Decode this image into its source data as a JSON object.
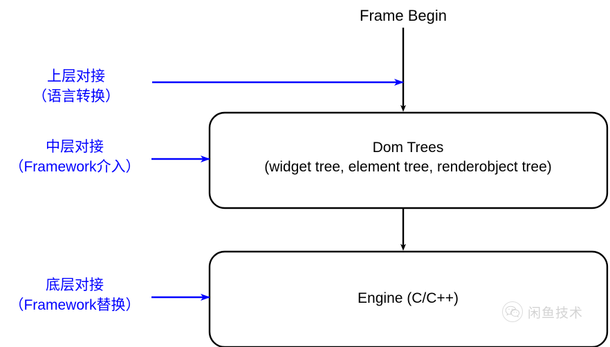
{
  "diagram": {
    "title": "Frame Begin",
    "colors": {
      "flow": "#000000",
      "annotation": "#0000ff",
      "box_border": "#000000",
      "background": "#ffffff",
      "watermark": "#6f6f6f"
    },
    "nodes": [
      {
        "id": "dom-trees",
        "line1": "Dom Trees",
        "line2": "(widget tree, element tree, renderobject tree)"
      },
      {
        "id": "engine",
        "line1": "Engine (C/C++)",
        "line2": ""
      }
    ],
    "annotations": [
      {
        "id": "upper",
        "line1": "上层对接",
        "line2": "（语言转换）"
      },
      {
        "id": "middle",
        "line1": "中层对接",
        "line2": "（Framework介入）"
      },
      {
        "id": "bottom",
        "line1": "底层对接",
        "line2": "（Framework替换）"
      }
    ]
  },
  "watermark": {
    "text": "闲鱼技术",
    "icon": "wechat-icon"
  }
}
